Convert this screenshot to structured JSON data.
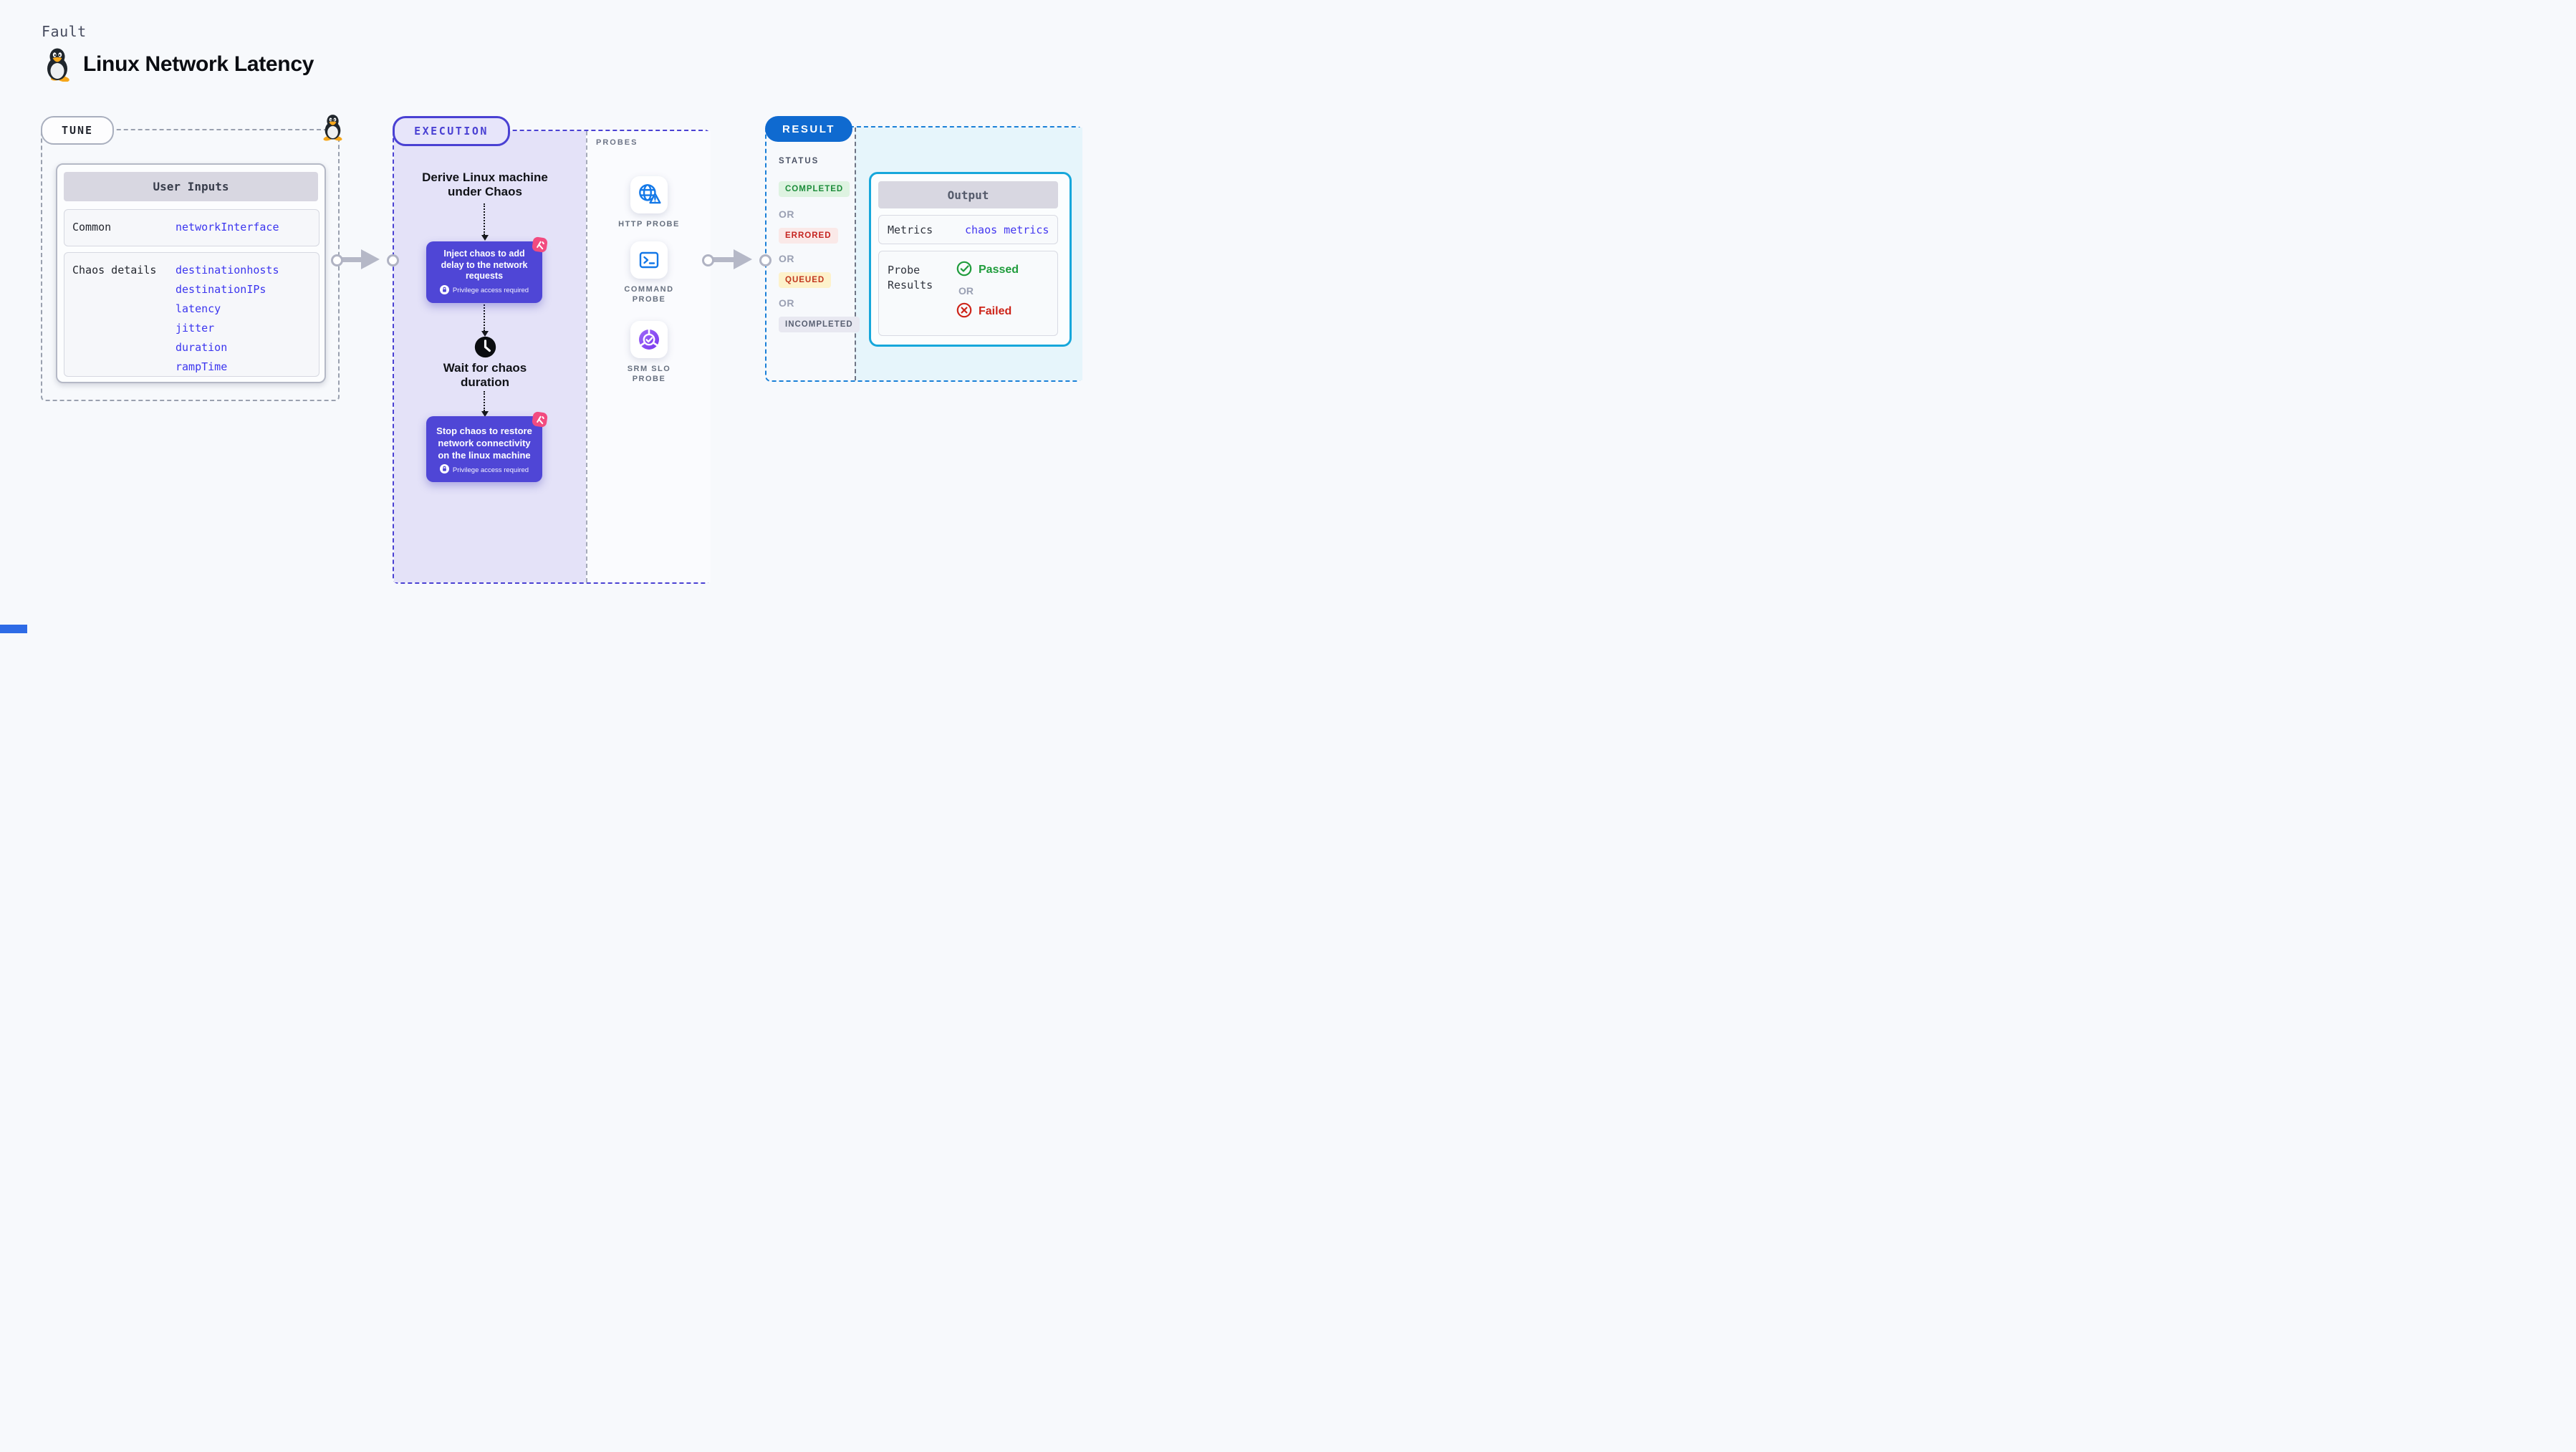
{
  "header": {
    "eyebrow": "Fault",
    "title": "Linux Network Latency"
  },
  "tune": {
    "label": "TUNE",
    "card": {
      "header": "User Inputs",
      "rows": [
        {
          "label": "Common",
          "values": [
            "networkInterface"
          ]
        },
        {
          "label": "Chaos details",
          "values": [
            "destinationhosts",
            "destinationIPs",
            "latency",
            "jitter",
            "duration",
            "rampTime"
          ]
        }
      ]
    }
  },
  "execution": {
    "label": "EXECUTION",
    "steps": {
      "derive": "Derive Linux machine under Chaos",
      "inject": {
        "text": "Inject chaos to add delay to the network requests",
        "privilege": "Privilege access required"
      },
      "wait": "Wait for chaos duration",
      "stop": {
        "text": "Stop chaos to restore network connectivity on the linux machine",
        "privilege": "Privilege access required"
      }
    },
    "probes": {
      "label": "PROBES",
      "items": [
        {
          "label": "HTTP PROBE",
          "icon": "globe-warning-icon"
        },
        {
          "label": "COMMAND PROBE",
          "icon": "terminal-icon"
        },
        {
          "label": "SRM SLO PROBE",
          "icon": "slo-pie-check-icon"
        }
      ]
    }
  },
  "result": {
    "label": "RESULT",
    "status": {
      "label": "STATUS",
      "or": "OR",
      "badges": [
        {
          "text": "COMPLETED",
          "bg": "#def3e1",
          "fg": "#1c8c3a"
        },
        {
          "text": "ERRORED",
          "bg": "#fae9e8",
          "fg": "#c52420"
        },
        {
          "text": "QUEUED",
          "bg": "#fdf2cb",
          "fg": "#c1351d"
        },
        {
          "text": "INCOMPLETED",
          "bg": "#e8e8f1",
          "fg": "#5a6173"
        }
      ]
    },
    "output": {
      "header": "Output",
      "metrics_label": "Metrics",
      "metrics_value": "chaos metrics",
      "probe_results_label": "Probe Results",
      "passed": "Passed",
      "or": "OR",
      "failed": "Failed"
    }
  },
  "colors": {
    "page_bg": "#f7f9fc",
    "tune_dash": "#9aa1af",
    "execution_accent": "#4a41d3",
    "execution_fill": "#e4e2f8",
    "step_card_bg": "#4f46d6",
    "litmus_pink": "#f24b80",
    "probe_icon_blue": "#1378e8",
    "srm_purple": "#8a4ff2",
    "result_pill_blue": "#0f6ad0",
    "result_dash": "#1a80d8",
    "result_fill": "#e6f5fb",
    "output_border": "#16a7db",
    "value_blue": "#3b35ef",
    "passed_green": "#1f9c3c",
    "failed_red": "#cd2419"
  }
}
